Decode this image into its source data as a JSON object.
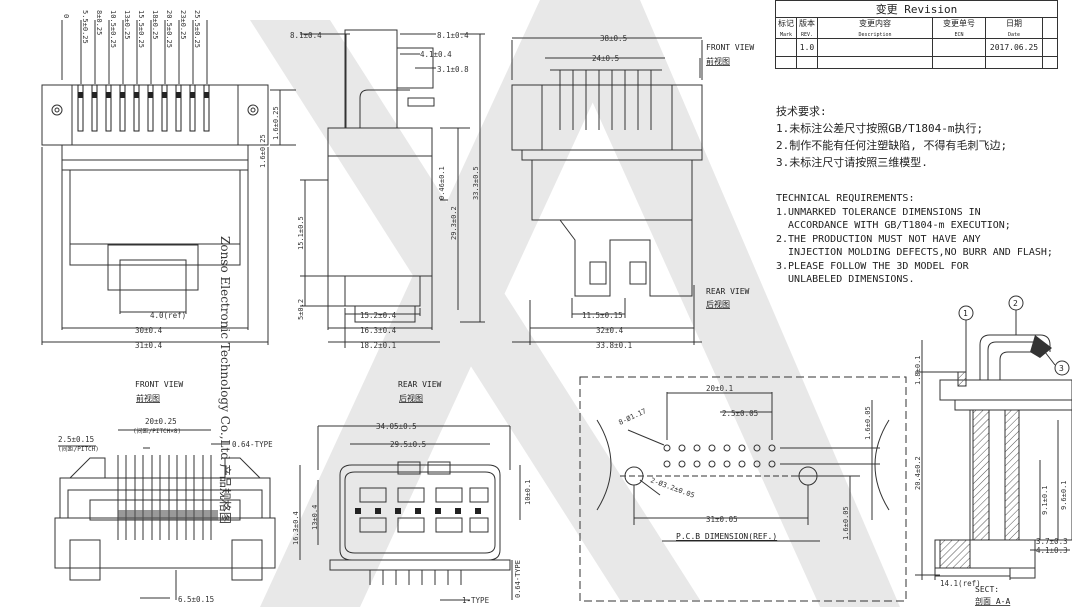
{
  "revision": {
    "title": "变更 Revision",
    "headers": [
      {
        "cn": "标记",
        "en": "Mark"
      },
      {
        "cn": "版本",
        "en": "REV."
      },
      {
        "cn": "变更内容",
        "en": "Description"
      },
      {
        "cn": "变更单号",
        "en": "ECN"
      },
      {
        "cn": "日期",
        "en": "Date"
      }
    ],
    "row": {
      "mark": "",
      "rev": "1.0",
      "desc": "",
      "ecn": "",
      "date": "2017.06.25"
    }
  },
  "requirements_cn": {
    "title": "技术要求:",
    "items": [
      "1.未标注公差尺寸按照GB/T1804-m执行;",
      "2.制作不能有任何注塑缺陷, 不得有毛刺飞边;",
      "3.未标注尺寸请按照三维模型."
    ]
  },
  "requirements_en": {
    "title": "TECHNICAL REQUIREMENTS:",
    "items": [
      "1.UNMARKED TOLERANCE DIMENSIONS IN",
      "  ACCORDANCE WITH GB/T1804-m EXECUTION;",
      "2.THE PRODUCTION MUST NOT HAVE ANY",
      "  INJECTION MOLDING DEFECTS,NO BURR AND FLASH;",
      "3.PLEASE FOLLOW THE 3D MODEL FOR",
      "  UNLABELED DIMENSIONS."
    ]
  },
  "company": "Zonso Electronic Technology Co.,Ltd 产品规格图",
  "views": {
    "front_en": "FRONT VIEW",
    "front_cn": "前视图",
    "rear_en": "REAR VIEW",
    "rear_cn": "后视图",
    "pcb": "P.C.B DIMENSION(REF.)",
    "sect_en": "SECT:",
    "sect_cn": "剖面 A-A"
  },
  "dims": {
    "top_pins": [
      "0",
      "5.5±0.25",
      "8±0.25",
      "10.5±0.25",
      "13±0.25",
      "15.5±0.25",
      "18±0.25",
      "20.5±0.25",
      "23±0.25",
      "25.5±0.25"
    ],
    "d_1_6": "1.6±0.25",
    "d_1_6b": "1.6±0.25",
    "d_4ref": "4.0(ref)",
    "d_30": "30±0.4",
    "d_31": "31±0.4",
    "d_8_1a": "8.1±0.4",
    "d_8_1b": "8.1±0.4",
    "d_4_1": "4.1±0.4",
    "d_3_1": "3.1±0.8",
    "d_0_46": "0.46±0.1",
    "d_29_3": "29.3±0.2",
    "d_33_3": "33.3±0.5",
    "d_15_1": "15.1±0.5",
    "d_5": "5±0.2",
    "d_15_2": "15.2±0.4",
    "d_16_3": "16.3±0.4",
    "d_18_2": "18.2±0.1",
    "d_38": "38±0.5",
    "d_24": "24±0.5",
    "d_11_5": "11.5±0.15",
    "d_32": "32±0.4",
    "d_33_8": "33.8±0.1",
    "d_20_25": "20±0.25",
    "d_pitch8": "(间距/PITCH×8)",
    "d_2_5": "2.5±0.15",
    "d_pitch": "(间距/PITCH)",
    "d_064": "0.64-TYPE",
    "d_6_5": "6.5±0.15",
    "d_34_05": "34.05±0.5",
    "d_29_5": "29.5±0.5",
    "d_10": "10±0.1",
    "d_13": "13±0.4",
    "d_16_3b": "16.3±0.4",
    "d_064b": "0.64-TYPE",
    "d_1type": "1-TYPE",
    "pcb_20": "20±0.1",
    "pcb_2_5": "2.5±0.05",
    "pcb_1_6": "1.6±0.05",
    "pcb_1_6b": "1.6±0.05",
    "pcb_31": "31±0.05",
    "pcb_hole1": "8-Ø1.17",
    "pcb_hole2": "2-Ø3.2±0.05",
    "s_1_8": "1.8±0.1",
    "s_20_4": "20.4±0.2",
    "s_9_1": "9.1±0.1",
    "s_9_6": "9.6±0.1",
    "s_3_7": "3.7±0.3",
    "s_4_1": "4.1±0.3",
    "s_14_1": "14.1(ref)",
    "balloons": [
      "1",
      "2",
      "3"
    ]
  }
}
